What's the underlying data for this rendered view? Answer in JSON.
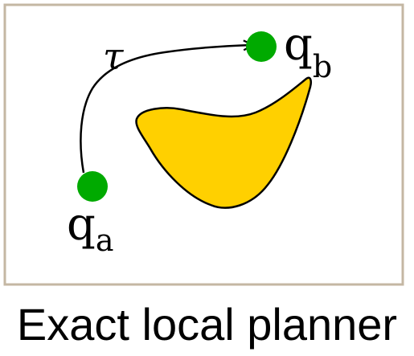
{
  "caption": "Exact local planner",
  "labels": {
    "path": "τ",
    "start_q": "q",
    "start_sub": "a",
    "goal_q": "q",
    "goal_sub": "b"
  },
  "colors": {
    "frame": "#c4b7a3",
    "obstacle_fill": "#ffd000",
    "config_point": "#00aa00",
    "ink": "#000000"
  }
}
